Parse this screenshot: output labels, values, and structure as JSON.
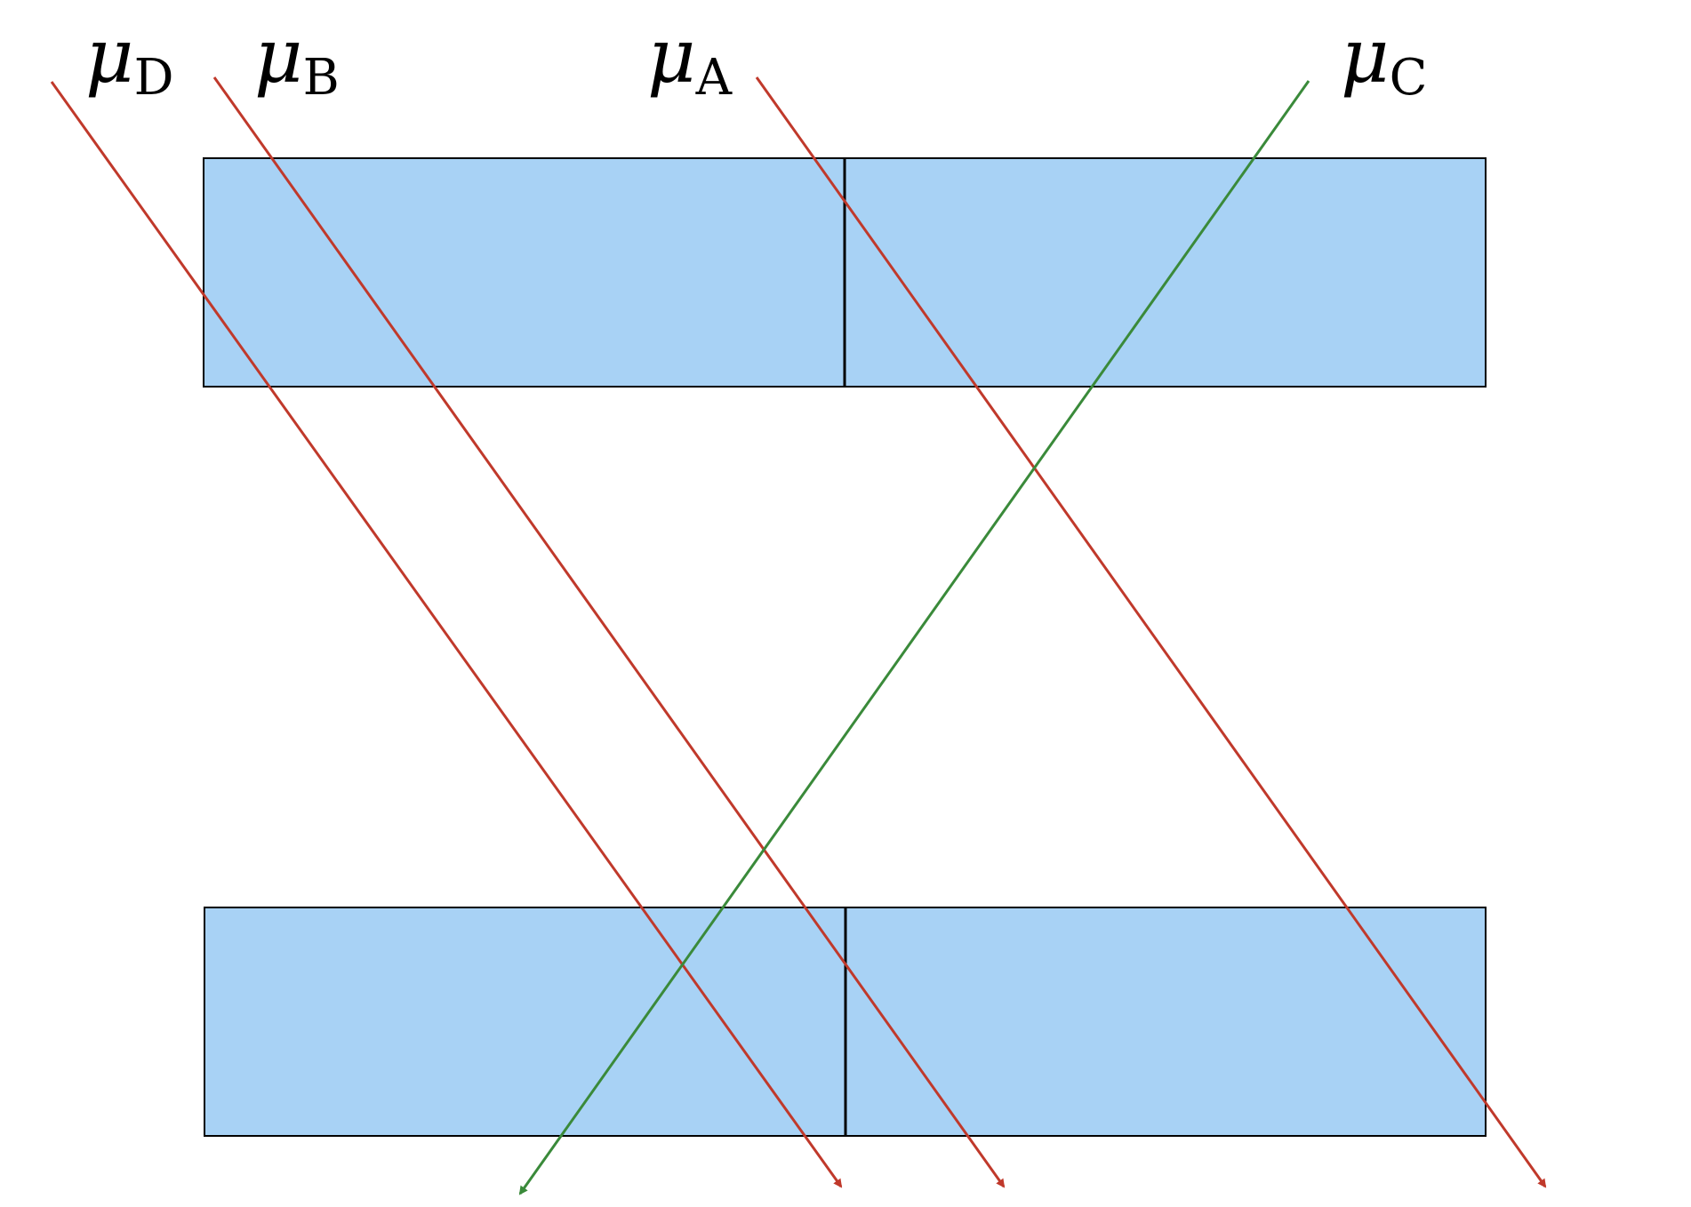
{
  "colors": {
    "box_fill": "#a8d2f5",
    "box_stroke": "#000000",
    "red_track": "#c0392b",
    "green_track": "#3a8a3a"
  },
  "labels": {
    "D": {
      "symbol": "μ",
      "sub": "D"
    },
    "B": {
      "symbol": "μ",
      "sub": "B"
    },
    "A": {
      "symbol": "μ",
      "sub": "A"
    },
    "C": {
      "symbol": "μ",
      "sub": "C"
    }
  },
  "tracks": [
    {
      "id": "D",
      "color": "red"
    },
    {
      "id": "B",
      "color": "red"
    },
    {
      "id": "A",
      "color": "red"
    },
    {
      "id": "C",
      "color": "green"
    }
  ]
}
